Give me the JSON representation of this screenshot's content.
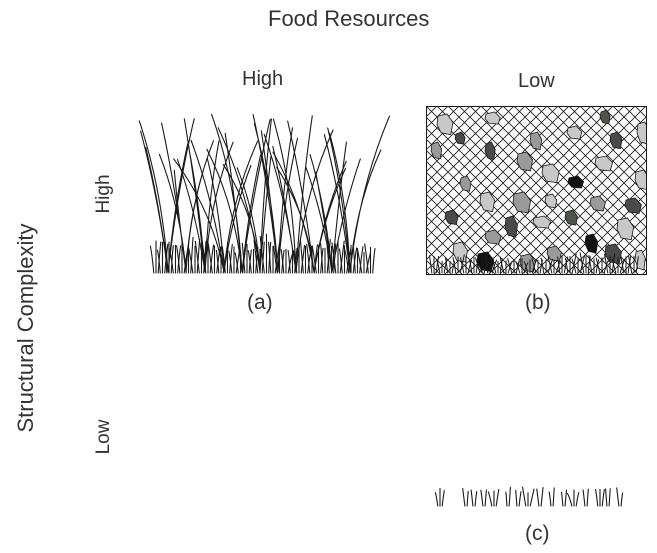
{
  "top_title": "Food Resources",
  "left_title": "Structural Complexity",
  "columns": {
    "high": "High",
    "low": "Low"
  },
  "rows": {
    "high": "High",
    "low": "Low"
  },
  "panels": {
    "a": "(a)",
    "b": "(b)",
    "c": "(c)"
  },
  "colors": {
    "ink": "#1a1a1a",
    "text": "#333333",
    "rock_light": "#c8c8c8",
    "rock_mid": "#9a9a9a",
    "rock_dark": "#4a4a4a",
    "rock_olive": "#4f5548",
    "rock_black": "#111111"
  }
}
